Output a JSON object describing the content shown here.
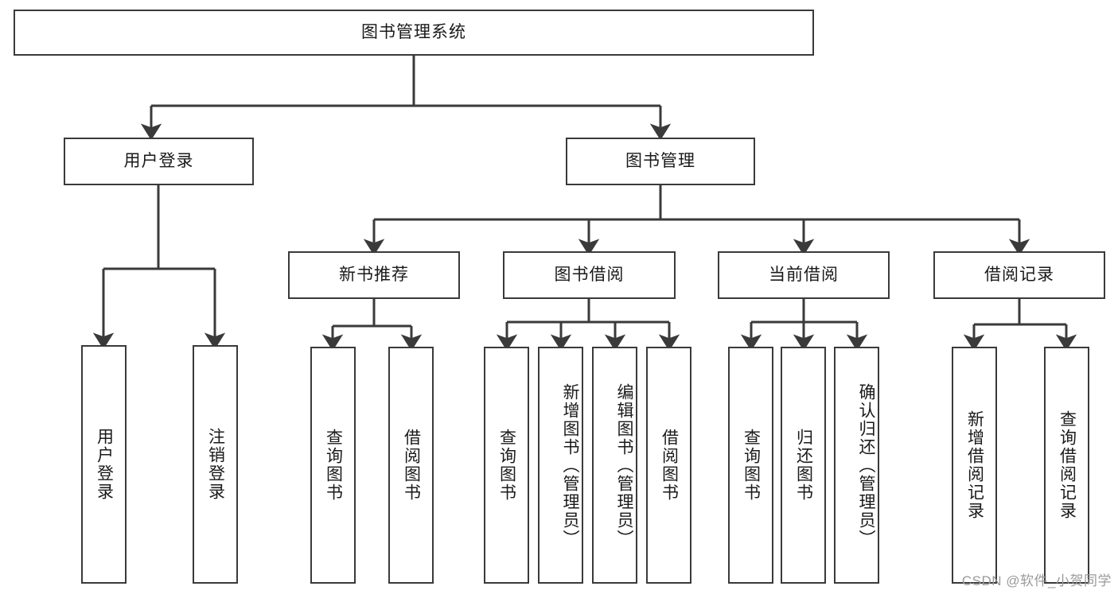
{
  "diagram": {
    "title": "图书管理系统",
    "type": "tree-hierarchy",
    "stroke_color": "#3a3a3a",
    "text_color": "#1a1a1a",
    "background_color": "#ffffff"
  },
  "root": {
    "label": "图书管理系统"
  },
  "level2": [
    {
      "label": "用户登录"
    },
    {
      "label": "图书管理"
    }
  ],
  "level3": [
    {
      "label": "新书推荐"
    },
    {
      "label": "图书借阅"
    },
    {
      "label": "当前借阅"
    },
    {
      "label": "借阅记录"
    }
  ],
  "leaves": {
    "user_login": [
      {
        "label": "用户登录"
      },
      {
        "label": "注销登录"
      }
    ],
    "new_book": [
      {
        "label": "查询图书"
      },
      {
        "label": "借阅图书"
      }
    ],
    "borrow_book": [
      {
        "label": "查询图书"
      },
      {
        "label": "新增图书（管理员）"
      },
      {
        "label": "编辑图书（管理员）"
      },
      {
        "label": "借阅图书"
      }
    ],
    "current_borrow": [
      {
        "label": "查询图书"
      },
      {
        "label": "归还图书"
      },
      {
        "label": "确认归还（管理员）"
      }
    ],
    "borrow_record": [
      {
        "label": "新增借阅记录"
      },
      {
        "label": "查询借阅记录"
      }
    ]
  },
  "watermark": {
    "text": "CSDN @软件_小贺同学"
  }
}
